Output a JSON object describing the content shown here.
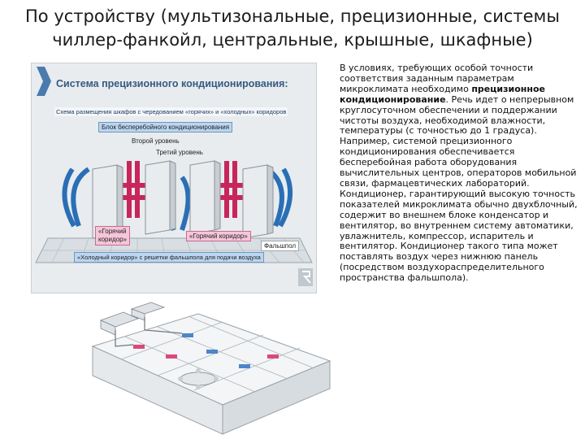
{
  "title": {
    "line1": "По устройству (мультизональные, прецизионные, системы",
    "line2": "чиллер-фанкойл, центральные, крышные, шкафные)"
  },
  "figure": {
    "title": "Система прецизионного кондиционирования:",
    "scheme": "Схема размещения шкафов с чередованием «горячих» и «холодных» коридоров",
    "ups_block": "Блок бесперебойного кондиционирования",
    "level2": "Второй уровень",
    "level3": "Третий уровень",
    "hot_corridor_1a": "«Горячий",
    "hot_corridor_1b": "коридор»",
    "hot_corridor_2": "«Горячий коридор»",
    "raised_floor": "Фальшпол",
    "cold_corridor": "«Холодный коридор» с решетки фальшпола для подачи воздуха"
  },
  "text": {
    "p1_pre": "В условиях, требующих особой точности соответствия заданным параметрам микроклимата необходимо ",
    "p1_bold": "прецизионное кондиционирование",
    "p1_post": ". Речь идет о непрерывном круглосуточном обеспечении и поддержании чистоты воздуха, необходимой влажности, температуры (с точностью до 1 градуса).",
    "p2": "Например, системой прецизионного кондиционирования обеспечивается бесперебойная работа оборудования вычислительных центров, операторов мобильной связи, фармацевтических лабораторий. Кондиционер, гарантирующий высокую точность показателей микроклимата обычно двухблочный, содержит во внешнем блоке конденсатор и вентилятор, во внутреннем систему автоматики, увлажнитель, компрессор, испаритель и вентилятор. Кондиционер такого типа может поставлять воздух через нижнюю панель (посредством воздухораспределительного пространства фальшпола)."
  },
  "colors": {
    "hot": "#c8265a",
    "cold": "#2a6fb5",
    "title_blue": "#365a7f"
  }
}
